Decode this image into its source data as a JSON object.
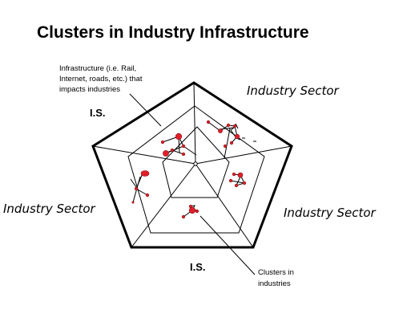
{
  "title": "Clusters in Industry Infrastructure",
  "labels": {
    "sector_top_right": "Industry Sector",
    "sector_left": "Industry Sector",
    "sector_right": "Industry Sector",
    "is_top_left": "I.S.",
    "is_bottom": "I.S."
  },
  "annotations": {
    "infrastructure": [
      "Infrastructure (i.e. Rail,",
      "Internet, roads, etc.) that",
      "impacts industries"
    ],
    "clusters": [
      "Clusters in",
      "industries"
    ]
  },
  "colors": {
    "line": "#000000",
    "cluster_fill": "#e0202a",
    "cluster_stroke": "#8a1018",
    "background": "#ffffff"
  }
}
